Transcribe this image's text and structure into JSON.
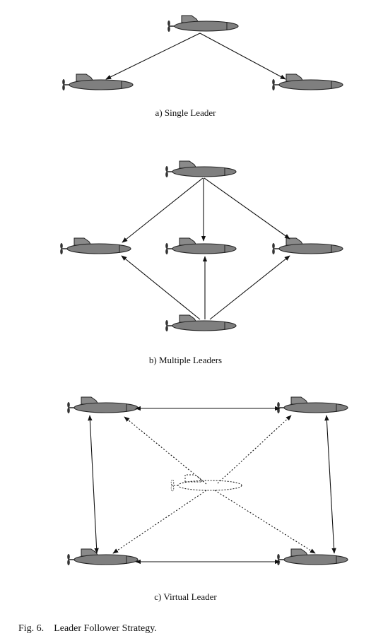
{
  "panels": {
    "a": "a) Single Leader",
    "b": "b) Multiple  Leaders",
    "c": "c) Virtual  Leader"
  },
  "caption": {
    "number": "Fig. 6.",
    "text": "Leader Follower Strategy."
  },
  "colors": {
    "hull": "#7f7f7f",
    "outline": "#222222",
    "arrow": "#111111"
  }
}
